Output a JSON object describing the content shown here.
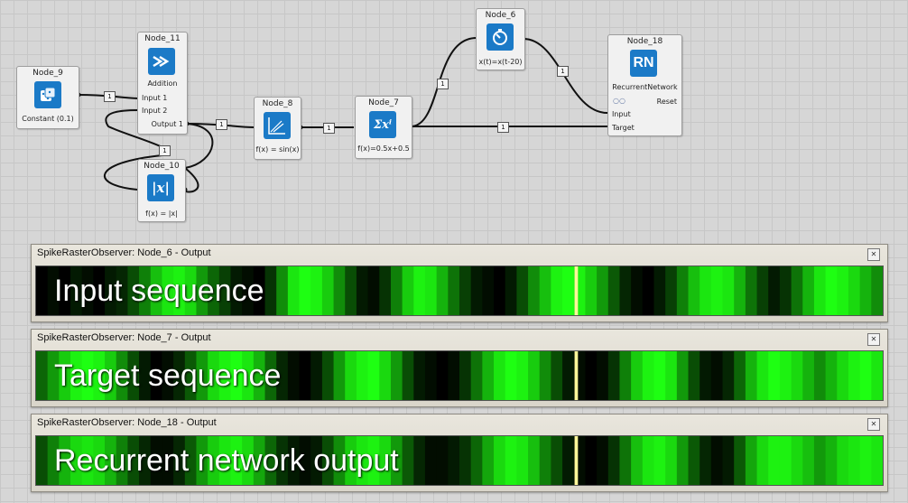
{
  "nodes": {
    "node9": {
      "title": "Node_9",
      "icon": "dice-icon",
      "sub": "Constant (0.1)"
    },
    "node11": {
      "title": "Node_11",
      "icon": "merge-arrow-icon",
      "sub": "Addition",
      "input1": "Input 1",
      "input2": "Input 2",
      "output": "Output 1"
    },
    "node10": {
      "title": "Node_10",
      "icon": "abs-icon",
      "icon_text": "|x|",
      "sub": "f(x) = |x|"
    },
    "node8": {
      "title": "Node_8",
      "icon": "sine-graph-icon",
      "sub": "f(x) = sin(x)"
    },
    "node7": {
      "title": "Node_7",
      "icon": "sum-icon",
      "icon_text": "Σxⁱ",
      "sub": "f(x)=0.5x+0.5"
    },
    "node6": {
      "title": "Node_6",
      "icon": "timer-icon",
      "sub": "x(t)=x(t-20)"
    },
    "node18": {
      "title": "Node_18",
      "icon": "rn-icon",
      "icon_text": "RN",
      "sub": "RecurrentNetwork",
      "reset": "Reset",
      "input": "Input",
      "target": "Target"
    }
  },
  "wire_label": "1",
  "observers": [
    {
      "title": "SpikeRasterObserver: Node_6 - Output",
      "caption": "Input sequence",
      "levels": [
        0.0,
        0.05,
        0.0,
        0.1,
        0.05,
        0.0,
        0.1,
        0.15,
        0.3,
        0.5,
        0.75,
        0.9,
        0.95,
        0.85,
        0.6,
        0.4,
        0.25,
        0.1,
        0.05,
        0.0,
        0.2,
        0.55,
        0.9,
        1.0,
        0.95,
        0.8,
        0.55,
        0.3,
        0.1,
        0.05,
        0.2,
        0.5,
        0.8,
        0.95,
        0.9,
        0.7,
        0.45,
        0.25,
        0.1,
        0.05,
        0.0,
        0.1,
        0.3,
        0.55,
        0.75,
        0.95,
        1.0,
        0.95,
        0.8,
        0.6,
        0.35,
        0.15,
        0.05,
        0.0,
        0.1,
        0.25,
        0.5,
        0.75,
        0.9,
        0.95,
        0.9,
        0.7,
        0.45,
        0.25,
        0.1,
        0.2,
        0.45,
        0.7,
        0.9,
        1.0,
        0.95,
        0.85,
        0.7,
        0.55
      ]
    },
    {
      "title": "SpikeRasterObserver: Node_7 - Output",
      "caption": "Target sequence",
      "levels": [
        0.4,
        0.6,
        0.8,
        0.95,
        1.0,
        0.95,
        0.8,
        0.55,
        0.3,
        0.1,
        0.0,
        0.05,
        0.15,
        0.35,
        0.6,
        0.85,
        0.95,
        1.0,
        0.9,
        0.7,
        0.4,
        0.15,
        0.05,
        0.0,
        0.1,
        0.3,
        0.6,
        0.85,
        0.95,
        1.0,
        0.85,
        0.6,
        0.3,
        0.1,
        0.05,
        0.0,
        0.05,
        0.2,
        0.45,
        0.7,
        0.9,
        1.0,
        0.95,
        0.8,
        0.55,
        0.3,
        0.1,
        0.05,
        0.0,
        0.05,
        0.2,
        0.5,
        0.8,
        0.95,
        1.0,
        0.9,
        0.6,
        0.3,
        0.1,
        0.05,
        0.15,
        0.4,
        0.7,
        0.9,
        1.0,
        0.95,
        0.85,
        0.7,
        0.55,
        0.7,
        0.85,
        0.95,
        1.0,
        0.9
      ]
    },
    {
      "title": "SpikeRasterObserver: Node_18 - Output",
      "caption": "Recurrent network output",
      "levels": [
        0.3,
        0.5,
        0.7,
        0.85,
        0.9,
        0.85,
        0.7,
        0.5,
        0.3,
        0.15,
        0.05,
        0.05,
        0.15,
        0.35,
        0.6,
        0.8,
        0.9,
        0.95,
        0.85,
        0.65,
        0.4,
        0.2,
        0.1,
        0.05,
        0.1,
        0.3,
        0.55,
        0.8,
        0.9,
        0.95,
        0.85,
        0.6,
        0.35,
        0.15,
        0.05,
        0.05,
        0.1,
        0.2,
        0.4,
        0.65,
        0.85,
        0.95,
        0.9,
        0.75,
        0.5,
        0.3,
        0.1,
        0.05,
        0.0,
        0.05,
        0.2,
        0.45,
        0.75,
        0.9,
        0.95,
        0.85,
        0.6,
        0.35,
        0.15,
        0.05,
        0.1,
        0.35,
        0.65,
        0.85,
        0.95,
        0.95,
        0.85,
        0.75,
        0.6,
        0.7,
        0.85,
        0.9,
        0.95,
        0.9
      ]
    }
  ],
  "colors": {
    "spike_peak": "#1eff12",
    "spike_low": "#000000",
    "marker": "#fff79a"
  }
}
